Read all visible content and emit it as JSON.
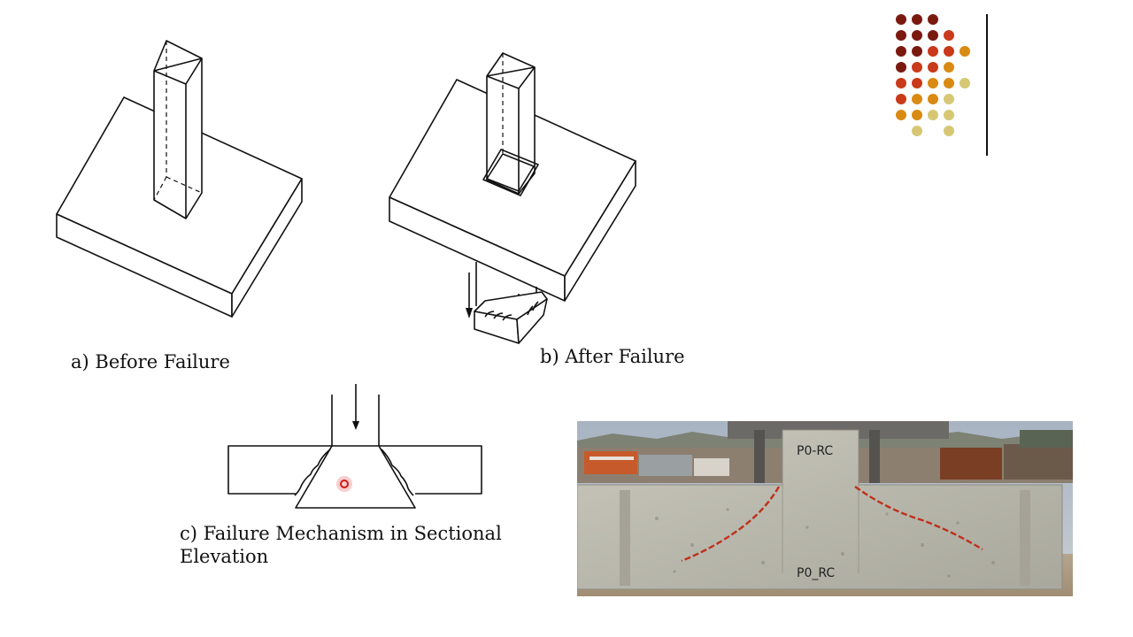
{
  "captions": {
    "before": "a)  Before Failure",
    "after": "b)  After Failure",
    "mechanism": "c)  Failure Mechanism in Sectional Elevation"
  },
  "photo": {
    "specimen_top_label": "P0-RC",
    "specimen_bottom_label": "P0_RC"
  },
  "colors": {
    "dot_dark": "#7a1a0e",
    "dot_red": "#c9391a",
    "dot_orange": "#d98a12",
    "dot_tan": "#d6c774",
    "crack_line": "#c0301a",
    "highlight_dot": "#e02020"
  },
  "decoration": {
    "dot_grid_rows": [
      [
        "dark",
        "dark",
        "dark"
      ],
      [
        "dark",
        "dark",
        "dark",
        "red"
      ],
      [
        "dark",
        "dark",
        "red",
        "red",
        "orange"
      ],
      [
        "dark",
        "red",
        "red",
        "orange"
      ],
      [
        "red",
        "red",
        "orange",
        "orange",
        "tan"
      ],
      [
        "red",
        "orange",
        "orange",
        "tan"
      ],
      [
        "orange",
        "orange",
        "tan",
        "tan"
      ],
      [
        "tan",
        "tan"
      ]
    ]
  }
}
